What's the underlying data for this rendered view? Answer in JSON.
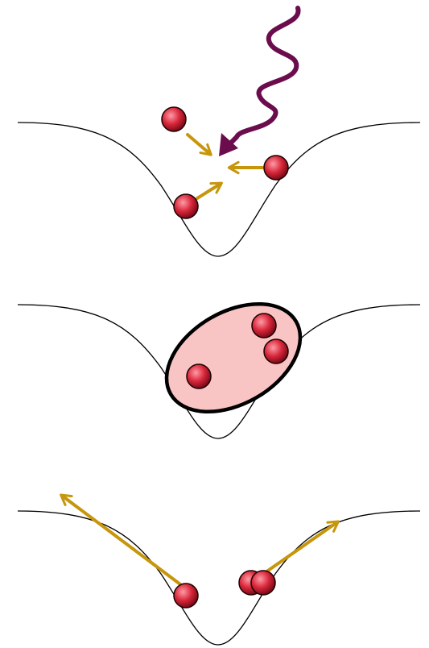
{
  "colors": {
    "background": "#ffffff",
    "potential_curve": "#000000",
    "particle_fill": "#d8273a",
    "particle_highlight": "#ff9aa6",
    "particle_stroke": "#1a0000",
    "arrow": "#c6960c",
    "photon": "#6b0d4d",
    "cluster_fill": "#f9c4c4",
    "cluster_stroke": "#000000"
  },
  "panels": [
    {
      "id": "approach",
      "particles": 3,
      "incoming_arrows": 3,
      "photon": true
    },
    {
      "id": "bound-complex",
      "particles": 3,
      "cluster": true
    },
    {
      "id": "dissociation",
      "particles": 3,
      "outgoing_arrows": 2
    }
  ]
}
